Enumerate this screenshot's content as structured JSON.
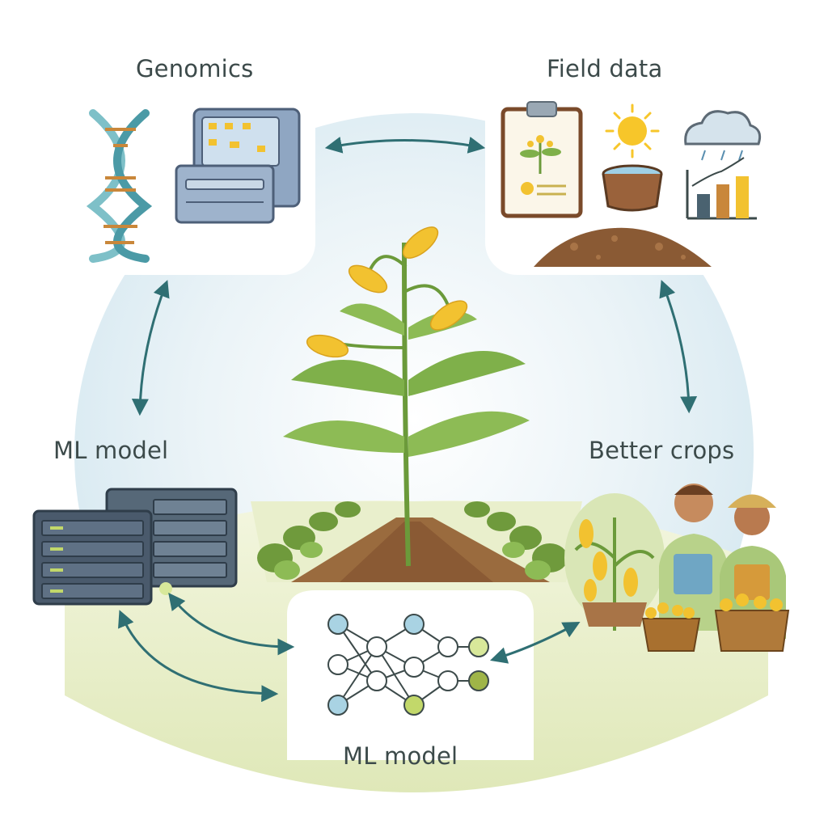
{
  "nodes": {
    "genomics": {
      "label": "Genomics",
      "icons": [
        "dna-helix-icon",
        "sequencer-machine-icon"
      ]
    },
    "field_data": {
      "label": "Field data",
      "icons": [
        "clipboard-plant-icon",
        "sun-icon",
        "water-tub-icon",
        "cloud-rain-icon",
        "bar-chart-icon",
        "soil-pile-icon"
      ]
    },
    "ml_model_left": {
      "label": "ML model",
      "icons": [
        "server-rack-icon"
      ]
    },
    "better_crops": {
      "label": "Better crops",
      "icons": [
        "farmers-icon",
        "harvest-basket-icon",
        "corn-plant-icon"
      ]
    },
    "ml_model_bottom": {
      "label": "ML model",
      "icons": [
        "neural-network-icon"
      ]
    }
  },
  "center": {
    "icon": "grain-plant-icon",
    "scene": "crop-field-icon"
  },
  "colors": {
    "arrow": "#2f6f73",
    "plant_leaf": "#7fb04a",
    "grain": "#f2c230",
    "soil": "#8a5a34",
    "sky": "#dcebf3",
    "meadow": "#e3ecbf",
    "server": "#4a5a6c",
    "node_blue": "#a9d3e3",
    "node_green": "#c2d86a"
  }
}
